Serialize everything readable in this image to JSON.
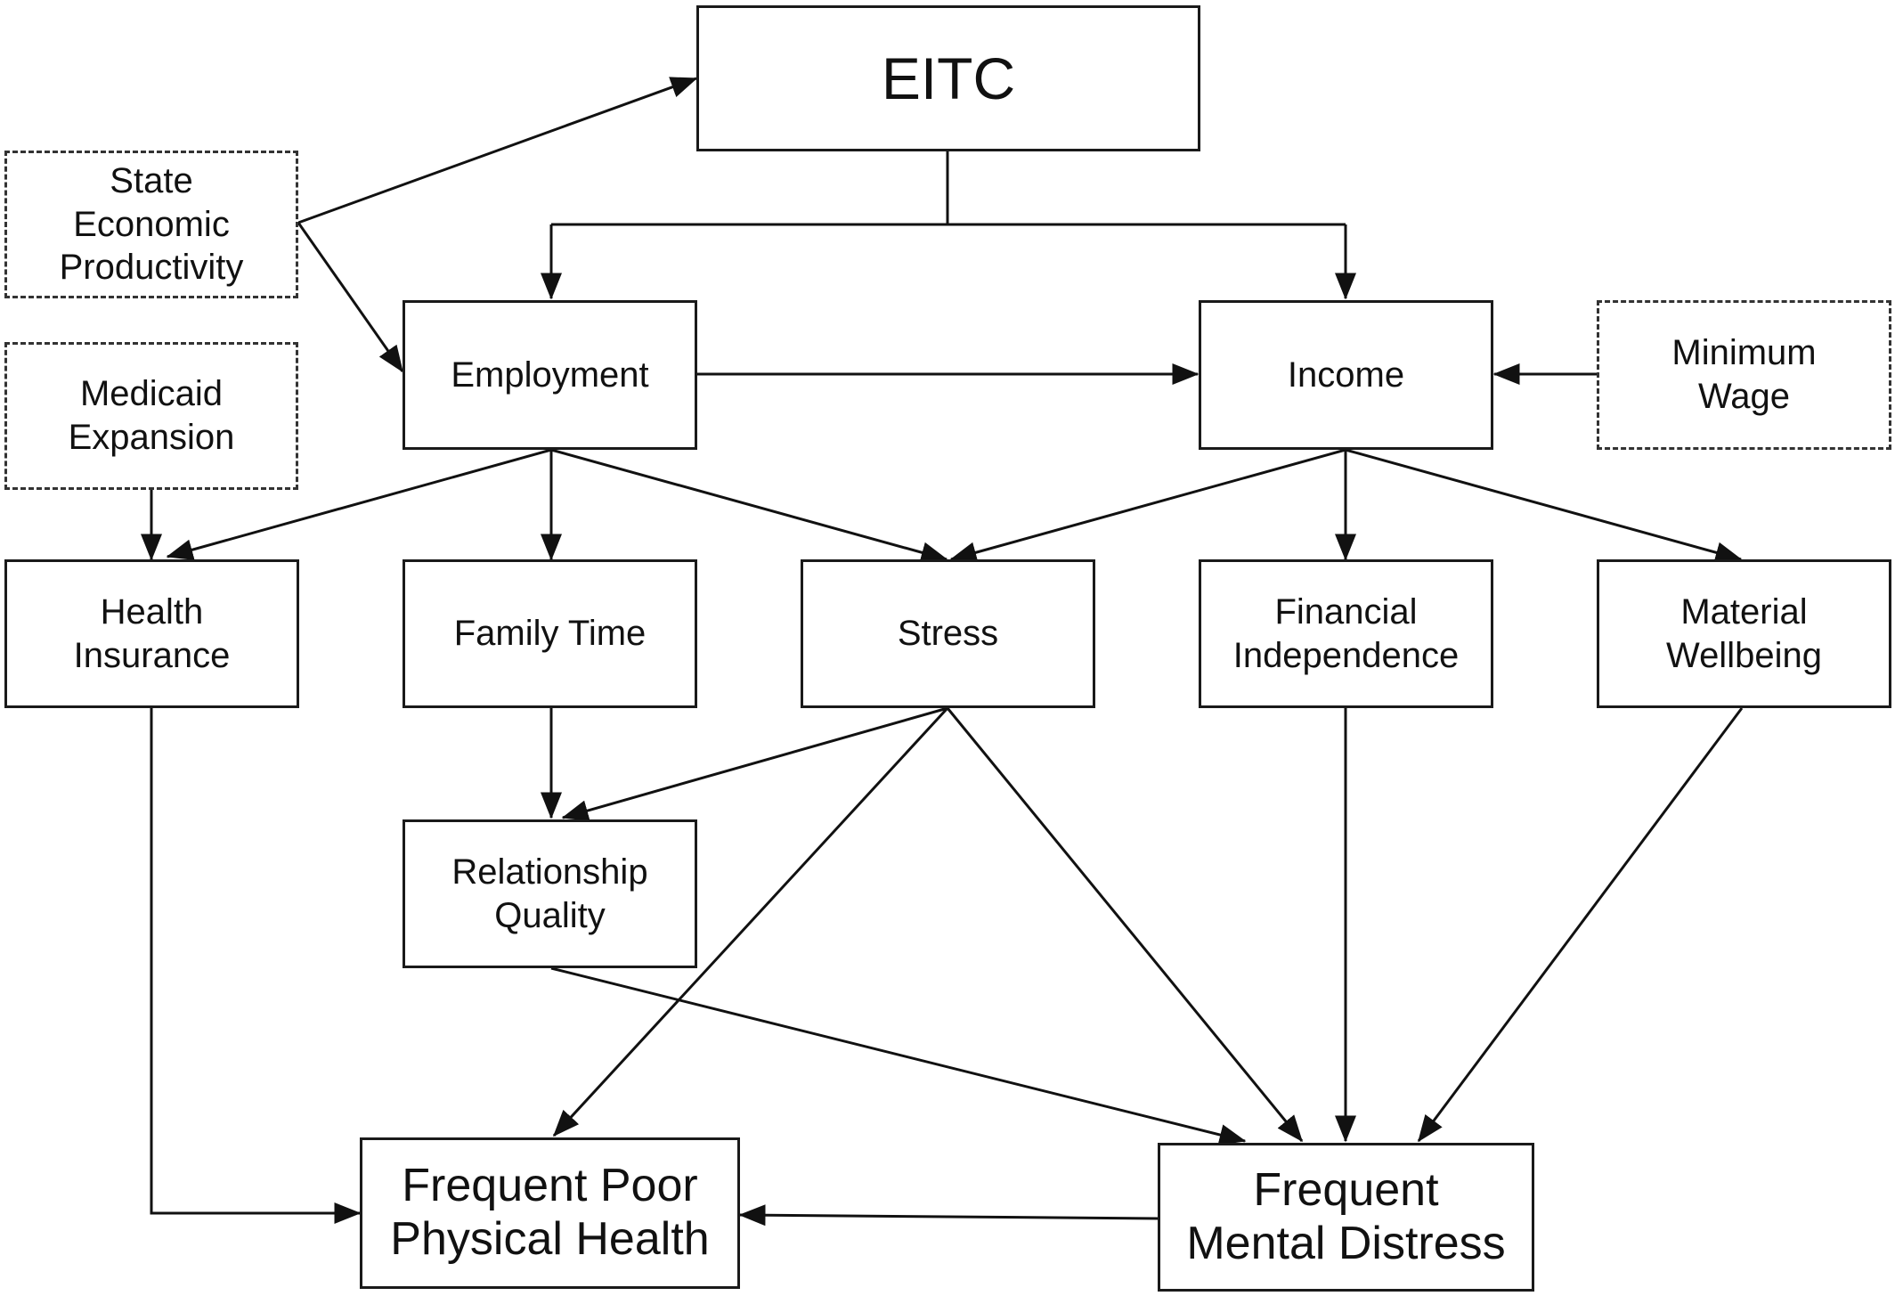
{
  "nodes": {
    "eitc": {
      "label": "EITC"
    },
    "state_economic_productivity": {
      "label": "State\nEconomic\nProductivity"
    },
    "medicaid_expansion": {
      "label": "Medicaid\nExpansion"
    },
    "employment": {
      "label": "Employment"
    },
    "income": {
      "label": "Income"
    },
    "minimum_wage": {
      "label": "Minimum\nWage"
    },
    "health_insurance": {
      "label": "Health\nInsurance"
    },
    "family_time": {
      "label": "Family Time"
    },
    "stress": {
      "label": "Stress"
    },
    "financial_independence": {
      "label": "Financial\nIndependence"
    },
    "material_wellbeing": {
      "label": "Material\nWellbeing"
    },
    "relationship_quality": {
      "label": "Relationship\nQuality"
    },
    "frequent_poor_physical_health": {
      "label": "Frequent Poor\nPhysical Health"
    },
    "frequent_mental_distress": {
      "label": "Frequent\nMental Distress"
    }
  },
  "edges": [
    {
      "from": "eitc",
      "to": "employment"
    },
    {
      "from": "eitc",
      "to": "income"
    },
    {
      "from": "state_economic_productivity",
      "to": "eitc"
    },
    {
      "from": "state_economic_productivity",
      "to": "employment"
    },
    {
      "from": "employment",
      "to": "income"
    },
    {
      "from": "minimum_wage",
      "to": "income"
    },
    {
      "from": "medicaid_expansion",
      "to": "health_insurance"
    },
    {
      "from": "employment",
      "to": "health_insurance"
    },
    {
      "from": "employment",
      "to": "family_time"
    },
    {
      "from": "employment",
      "to": "stress"
    },
    {
      "from": "income",
      "to": "stress"
    },
    {
      "from": "income",
      "to": "financial_independence"
    },
    {
      "from": "income",
      "to": "material_wellbeing"
    },
    {
      "from": "family_time",
      "to": "relationship_quality"
    },
    {
      "from": "stress",
      "to": "relationship_quality"
    },
    {
      "from": "stress",
      "to": "frequent_poor_physical_health"
    },
    {
      "from": "stress",
      "to": "frequent_mental_distress"
    },
    {
      "from": "relationship_quality",
      "to": "frequent_mental_distress"
    },
    {
      "from": "financial_independence",
      "to": "frequent_mental_distress"
    },
    {
      "from": "material_wellbeing",
      "to": "frequent_mental_distress"
    },
    {
      "from": "health_insurance",
      "to": "frequent_poor_physical_health"
    },
    {
      "from": "frequent_mental_distress",
      "to": "frequent_poor_physical_health"
    }
  ]
}
